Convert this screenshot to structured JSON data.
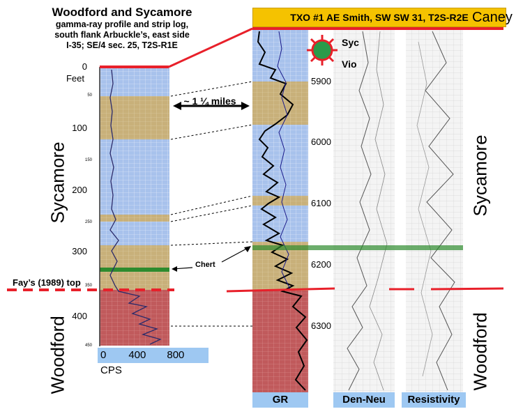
{
  "figure": {
    "title": "Woodford and Sycamore",
    "subtitle_lines": [
      "gamma-ray profile and strip log,",
      "south flank Arbuckle’s, east side",
      "I-35; SE/4 sec. 25, T2S-R1E"
    ],
    "well_header": "TXO #1 AE Smith, SW SW 31, T2S-R2E",
    "top_label": "Caney"
  },
  "left_column": {
    "units_label": "Feet",
    "depth_ticks": [
      "0",
      "50",
      "100",
      "150",
      "200",
      "250",
      "300",
      "350",
      "400",
      "450"
    ],
    "formation_upper": "Sycamore",
    "formation_lower": "Woodford",
    "fays_top_label": "Fay’s (1989) top",
    "chert_label": "Chert",
    "cps_axis": [
      "0",
      "400",
      "800",
      "CPS"
    ]
  },
  "distance_label": "~ 1 ¼ miles",
  "well_log": {
    "depth_ticks": [
      "5900",
      "6000",
      "6100",
      "6200",
      "6300"
    ],
    "marker_upper": "Syc",
    "marker_lower": "Vio",
    "track_labels": [
      "GR",
      "Den-Neu",
      "Resistivity"
    ],
    "formation_upper": "Sycamore",
    "formation_lower": "Woodford"
  },
  "colors": {
    "blue_shale": "#a8c2ec",
    "tan_limestone": "#c8b07a",
    "red_woodford": "#c05a5c",
    "marker_red": "#e8202a",
    "chert_green": "#2e8b2e",
    "header_yellow": "#f5c200",
    "label_blue": "#9ec8f2"
  }
}
